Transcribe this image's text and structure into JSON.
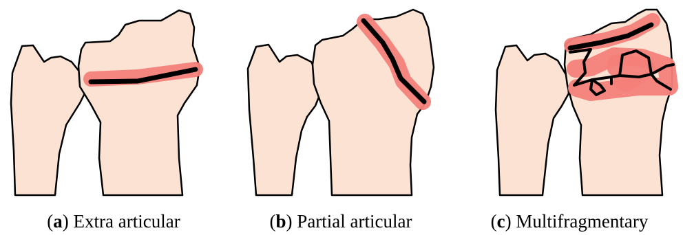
{
  "panels": [
    {
      "letter": "a",
      "label": "Extra articular"
    },
    {
      "letter": "b",
      "label": "Partial articular"
    },
    {
      "letter": "c",
      "label": "Multifragmentary"
    }
  ],
  "colors": {
    "bone_fill": "#fbe2d3",
    "outline": "#000000",
    "fracture_halo": "#f47f7a",
    "fracture_line": "#000000"
  }
}
